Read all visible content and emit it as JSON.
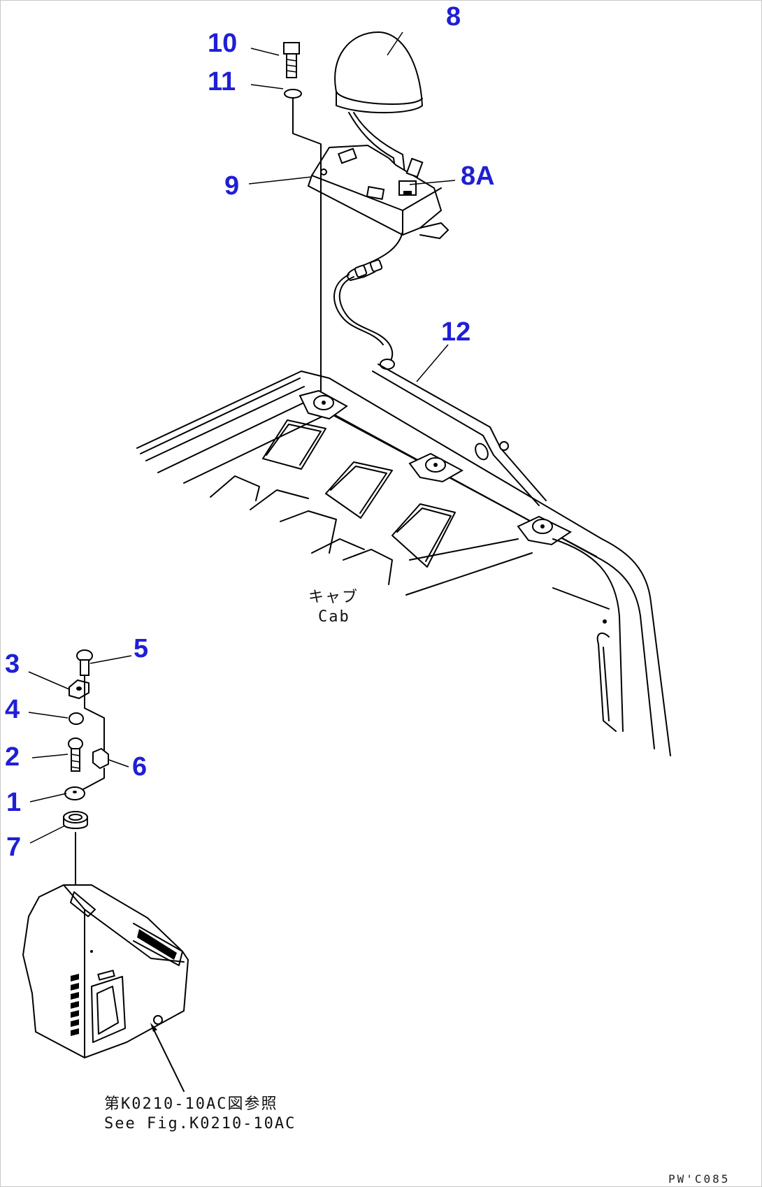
{
  "callouts": {
    "c1": "1",
    "c2": "2",
    "c3": "3",
    "c4": "4",
    "c5": "5",
    "c6": "6",
    "c7": "7",
    "c8": "8",
    "c8a": "8A",
    "c9": "9",
    "c10": "10",
    "c11": "11",
    "c12": "12"
  },
  "cab_label": {
    "jp": "キャブ",
    "en": "Cab"
  },
  "reference_note": {
    "jp": "第K0210-10AC図参照",
    "en": "See Fig.K0210-10AC"
  },
  "drawing_code": "PW'C085",
  "colors": {
    "callout": "#1f1fd6",
    "line": "#000000"
  }
}
